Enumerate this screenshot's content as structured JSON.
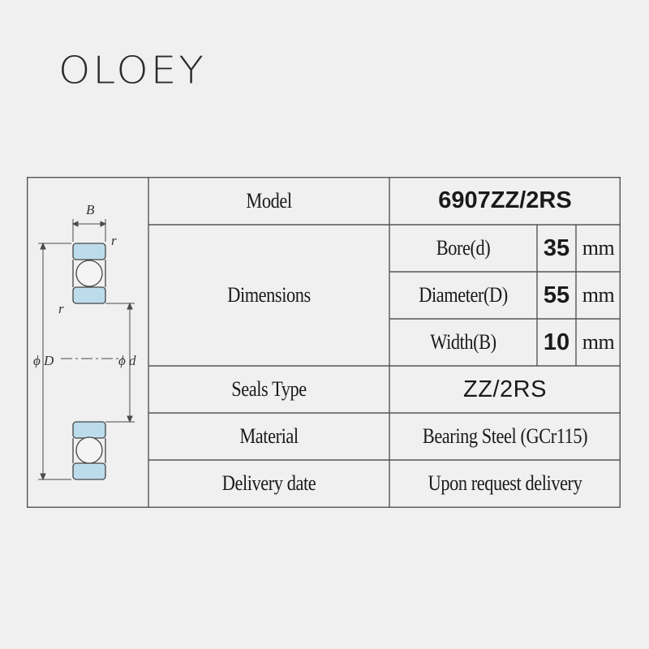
{
  "brand": {
    "logo_text": "OLOEY"
  },
  "diagram": {
    "label_width": "B",
    "label_radius_top": "r",
    "label_radius_side": "r",
    "label_outer": "ϕ D",
    "label_inner": "ϕ d",
    "fill_color": "#bcdcec"
  },
  "table": {
    "model": {
      "label": "Model",
      "value": "6907ZZ/2RS"
    },
    "dimensions": {
      "label": "Dimensions",
      "rows": [
        {
          "label": "Bore(d)",
          "value": "35",
          "unit": "mm"
        },
        {
          "label": "Diameter(D)",
          "value": "55",
          "unit": "mm"
        },
        {
          "label": "Width(B)",
          "value": "10",
          "unit": "mm"
        }
      ]
    },
    "seals": {
      "label": "Seals Type",
      "value": "ZZ/2RS"
    },
    "material": {
      "label": "Material",
      "value": "Bearing Steel (GCr115)"
    },
    "delivery": {
      "label": "Delivery date",
      "value": "Upon request delivery"
    }
  }
}
